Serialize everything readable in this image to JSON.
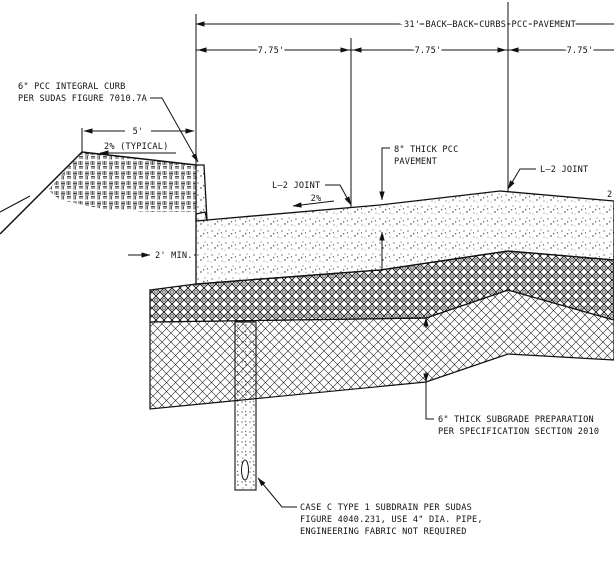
{
  "dimensions": {
    "overall": "31' BACK–BACK CURBS PCC PAVEMENT",
    "lane_1": "7.75'",
    "lane_2": "7.75'",
    "lane_3": "7.75'",
    "shoulder": "5'",
    "min_depth": "2' MIN."
  },
  "slopes": {
    "shoulder": "2% (TYPICAL)",
    "pavement": "2%",
    "pavement_right": "2"
  },
  "callouts": {
    "curb": [
      "6\" PCC INTEGRAL CURB",
      "PER SUDAS FIGURE 7010.7A"
    ],
    "pavement": [
      "8\" THICK PCC",
      "PAVEMENT"
    ],
    "joint_left": "L–2 JOINT",
    "joint_right": "L–2 JOINT",
    "subgrade": [
      "6\" THICK SUBGRADE PREPARATION",
      "PER SPECIFICATION SECTION 2010"
    ],
    "subdrain": [
      "CASE C TYPE 1 SUBDRAIN PER SUDAS",
      "FIGURE 4040.231, USE 4\" DIA. PIPE,",
      "ENGINEERING FABRIC NOT REQUIRED"
    ]
  }
}
